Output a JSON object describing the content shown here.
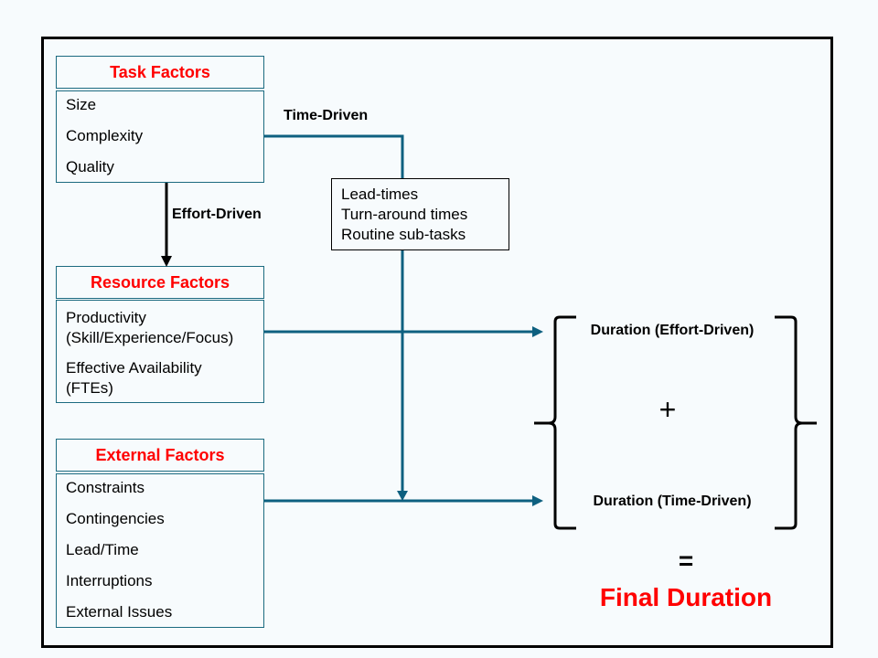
{
  "task_factors": {
    "title": "Task Factors",
    "items": [
      "Size",
      "Complexity",
      "Quality"
    ]
  },
  "resource_factors": {
    "title": "Resource Factors",
    "items": [
      "Productivity",
      "(Skill/Experience/Focus)",
      "Effective Availability",
      "(FTEs)"
    ]
  },
  "external_factors": {
    "title": "External Factors",
    "items": [
      "Constraints",
      "Contingencies",
      "Lead/Time",
      "Interruptions",
      "External Issues"
    ]
  },
  "time_driven_label": "Time-Driven",
  "effort_driven_label": "Effort-Driven",
  "time_driven_items": [
    "Lead-times",
    "Turn-around times",
    "Routine sub-tasks"
  ],
  "result": {
    "duration_effort": "Duration (Effort-Driven)",
    "plus": "+",
    "duration_time": "Duration (Time-Driven)",
    "equals": "=",
    "final": "Final Duration"
  },
  "colors": {
    "accent_red": "#ff0000",
    "connector_teal": "#0e6080",
    "box_border": "#1b6a80"
  }
}
